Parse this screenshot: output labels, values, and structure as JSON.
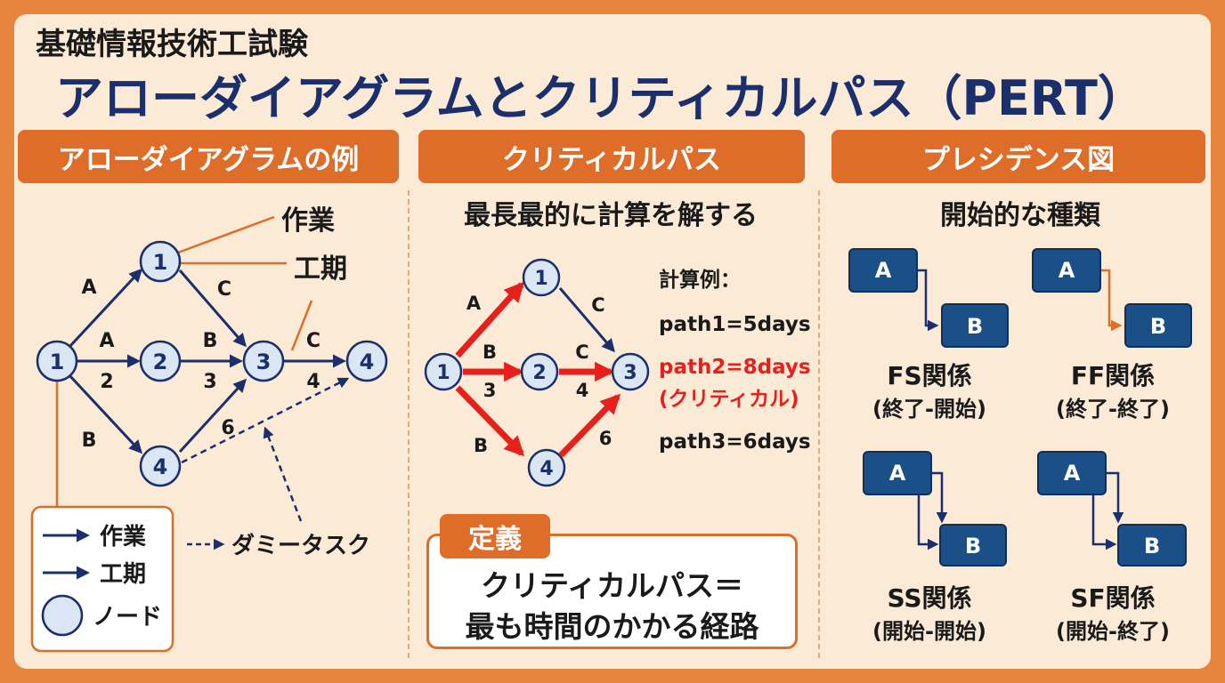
{
  "header": {
    "subtitle": "基礎情報技術工試験",
    "title": "アローダイアグラムとクリティカルパス（PERT）"
  },
  "colors": {
    "accent": "#de6d2a",
    "navy": "#1a2f6b",
    "critical": "#e8201c",
    "node_fill": "#dbe6f4",
    "box_fill": "#1b4f87"
  },
  "panel_arrow": {
    "heading": "アローダイアグラムの例",
    "nodes": [
      "1",
      "1",
      "2",
      "3",
      "4",
      "4"
    ],
    "edge_labels": {
      "a_upper": "A",
      "c_upper": "C",
      "a_mid": "A",
      "dur_2": "2",
      "b_mid": "B",
      "dur_3": "3",
      "c_right": "C",
      "dur_4": "4",
      "b_lower": "B",
      "dur_6": "6"
    },
    "callouts": {
      "work": "作業",
      "period": "工期",
      "dummy": "ダミータスク"
    },
    "legend": {
      "work": "作業",
      "period": "工期",
      "node": "ノード"
    }
  },
  "panel_critical": {
    "heading": "クリティカルパス",
    "caption": "最長最的に計算を解する",
    "nodes": [
      "1",
      "1",
      "2",
      "3",
      "4"
    ],
    "edge_labels": {
      "a": "A",
      "c_upper": "C",
      "b_mid": "B",
      "dur_3": "3",
      "c_mid": "C",
      "dur_4": "4",
      "b_lower": "B",
      "dur_6": "6"
    },
    "calc": {
      "heading": "計算例：",
      "path1": "path1=5days",
      "path2": "path2=8days",
      "path2_note": "(クリティカル)",
      "path3": "path3=6days"
    },
    "definition": {
      "badge": "定義",
      "line1": "クリティカルパス＝",
      "line2": "最も時間のかかる経路"
    }
  },
  "panel_precedence": {
    "heading": "プレシデンス図",
    "caption": "開始的な種類",
    "relations": [
      {
        "a": "A",
        "b": "B",
        "name": "FS関係",
        "desc": "(終了-開始)"
      },
      {
        "a": "A",
        "b": "B",
        "name": "FF関係",
        "desc": "(終了-終了)"
      },
      {
        "a": "A",
        "b": "B",
        "name": "SS関係",
        "desc": "(開始-開始)"
      },
      {
        "a": "A",
        "b": "B",
        "name": "SF関係",
        "desc": "(開始-終了)"
      }
    ]
  }
}
